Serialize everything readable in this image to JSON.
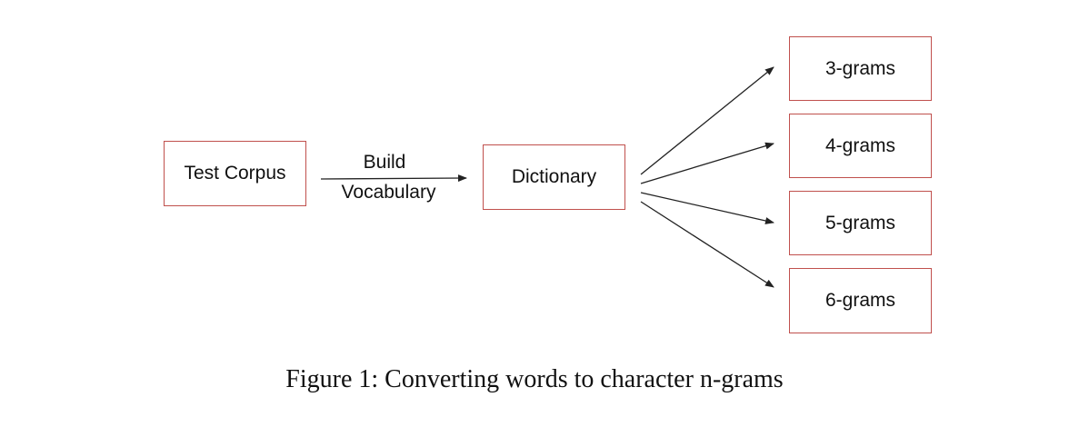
{
  "diagram": {
    "nodes": {
      "corpus": "Test Corpus",
      "dictionary": "Dictionary",
      "gram3": "3-grams",
      "gram4": "4-grams",
      "gram5": "5-grams",
      "gram6": "6-grams"
    },
    "edge_label": {
      "top": "Build",
      "bottom": "Vocabulary"
    },
    "colors": {
      "box_border": "#c0504d",
      "arrow": "#222222"
    }
  },
  "caption": "Figure 1: Converting words to character n-grams"
}
